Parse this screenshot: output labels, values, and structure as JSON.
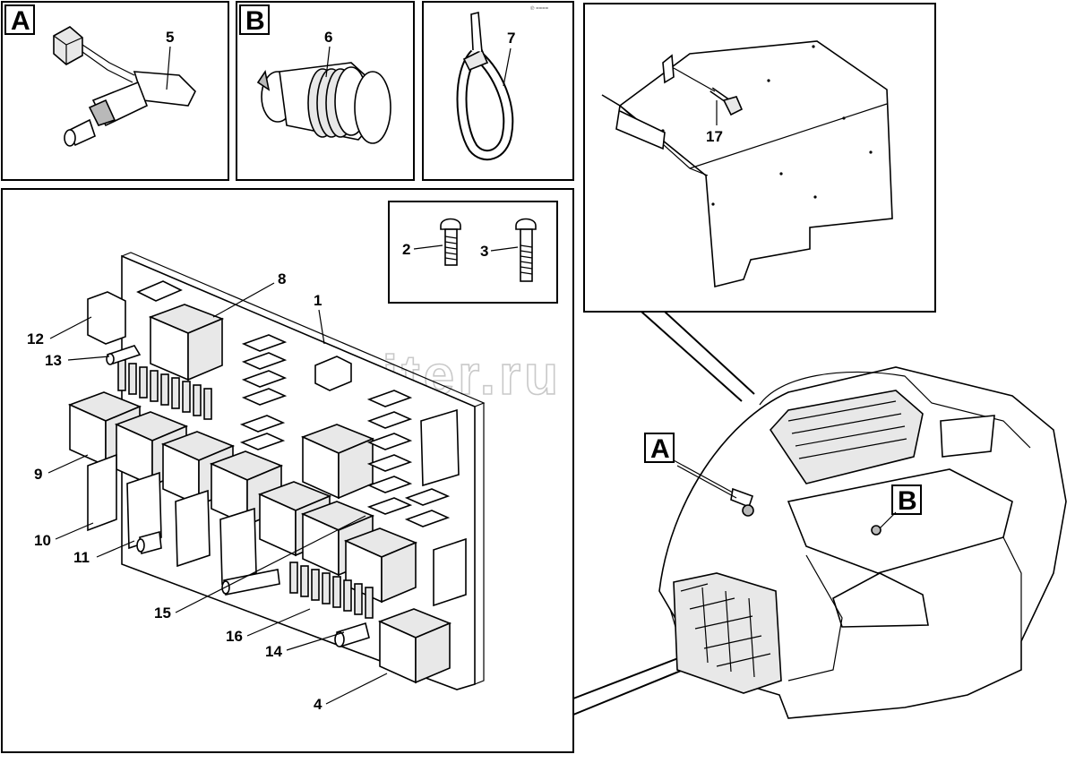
{
  "callouts": {
    "detail_a": "A",
    "detail_b": "B",
    "main_a": "A",
    "main_b": "B"
  },
  "part_numbers": {
    "p1": "1",
    "p2": "2",
    "p3": "3",
    "p4": "4",
    "p5": "5",
    "p6": "6",
    "p7": "7",
    "p8": "8",
    "p9": "9",
    "p10": "10",
    "p11": "11",
    "p12": "12",
    "p13": "13",
    "p14": "14",
    "p15": "15",
    "p16": "16",
    "p17": "17"
  },
  "watermark": "autopiter.ru",
  "corner_mark": "℗ ===="
}
